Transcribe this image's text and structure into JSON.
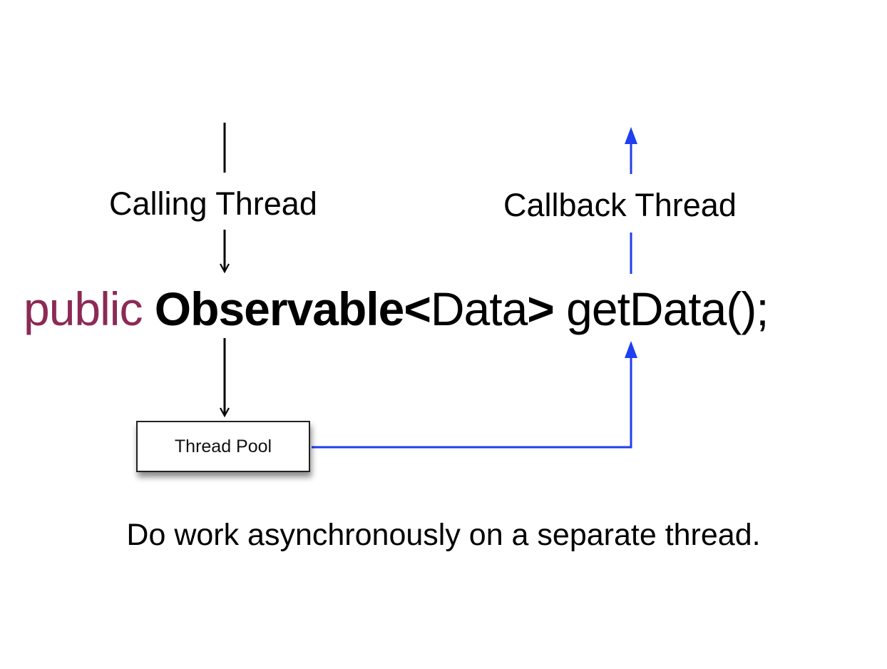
{
  "labels": {
    "calling_thread": "Calling Thread",
    "callback_thread": "Callback Thread",
    "thread_pool": "Thread Pool"
  },
  "signature": {
    "modifier": "public",
    "return_type": "Observable",
    "open_bracket": "<",
    "type_param": "Data",
    "close_bracket": ">",
    "method": " getData();"
  },
  "caption": "Do work asynchronously on a separate thread.",
  "colors": {
    "calling_flow": "#000000",
    "callback_flow": "#1f3ff0",
    "keyword": "#8c2a55"
  }
}
